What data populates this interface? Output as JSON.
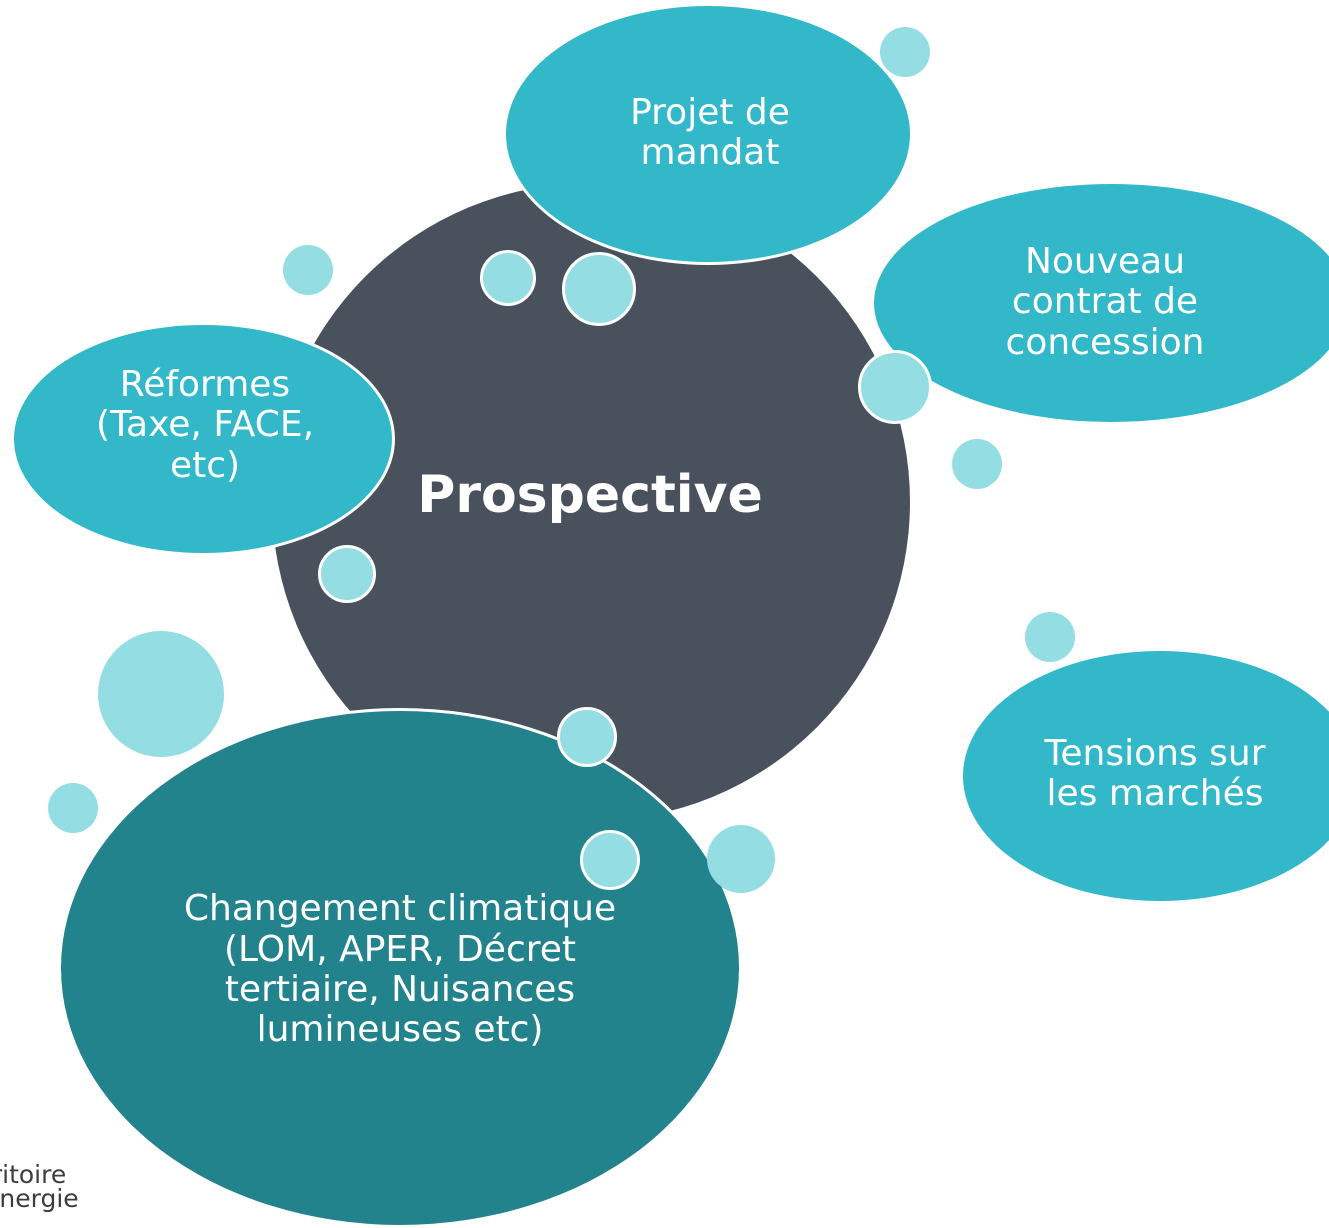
{
  "center": {
    "label": "Prospective"
  },
  "bubbles": {
    "projet": {
      "lines": [
        "Projet de",
        "mandat"
      ]
    },
    "contrat": {
      "lines": [
        "Nouveau",
        "contrat de",
        "concession"
      ]
    },
    "reformes": {
      "lines": [
        "Réformes",
        "(Taxe, FACE,",
        "etc)"
      ]
    },
    "tensions": {
      "lines": [
        "Tensions sur",
        "les marchés"
      ]
    },
    "climat": {
      "lines": [
        "Changement climatique",
        "(LOM, APER, Décret",
        "tertiaire, Nuisances",
        "lumineuses etc)"
      ]
    }
  },
  "logo": {
    "line1": "rritoire",
    "line2": "énergie"
  },
  "colors": {
    "center": "#48515c",
    "bubble": "#32b8c8",
    "bubble_dark": "#23838d",
    "dot": "#93dde3",
    "title_fragment": "#a1348d"
  }
}
